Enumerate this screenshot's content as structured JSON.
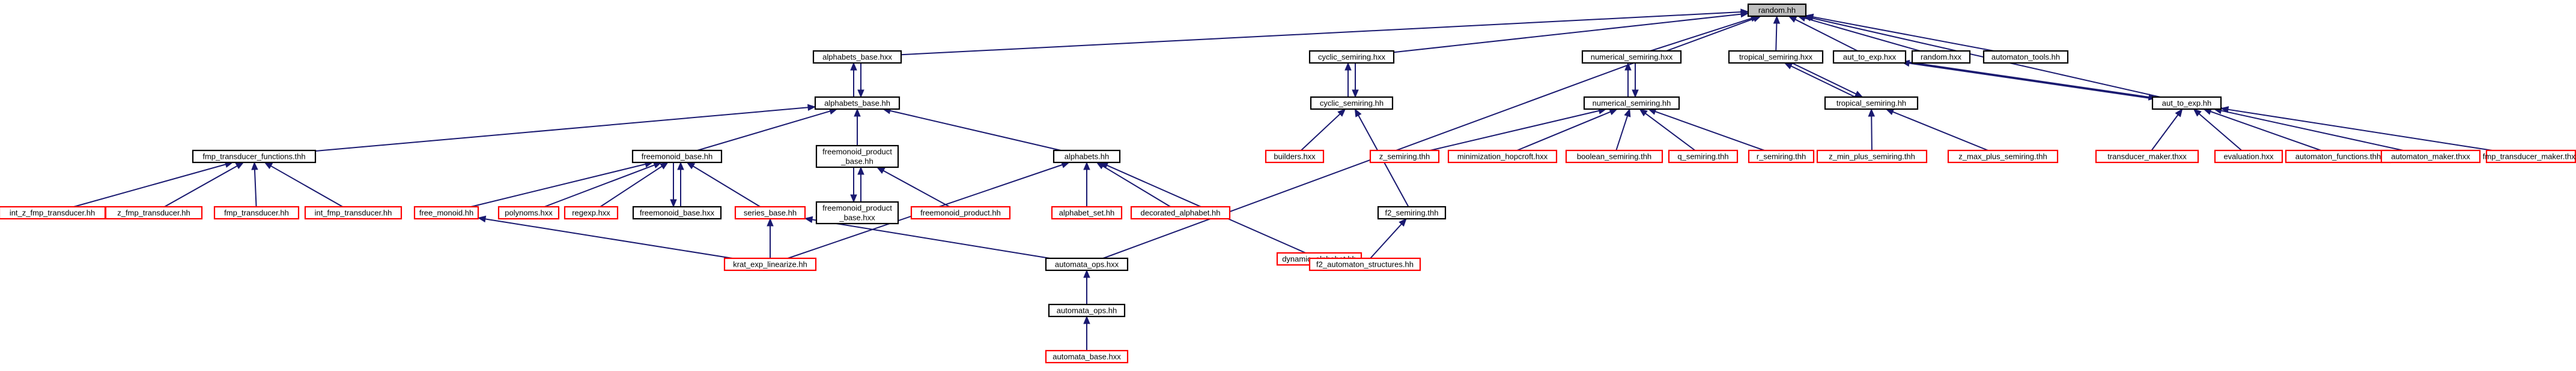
{
  "graph": {
    "edge_color": "#191970",
    "border_colors": {
      "black": "#000000",
      "red": "#ff0000",
      "root_fill": "#bfbfbf"
    },
    "nodes": [
      {
        "id": "random_hh",
        "label": "random.hh",
        "color": "root"
      },
      {
        "id": "alphabets_base_hxx",
        "label": "alphabets_base.hxx",
        "color": "black"
      },
      {
        "id": "alphabets_base_hh",
        "label": "alphabets_base.hh",
        "color": "black"
      },
      {
        "id": "fmp_transducer_functions_thh",
        "label": "fmp_transducer_functions.thh",
        "color": "black"
      },
      {
        "id": "int_z_fmp_transducer_hh",
        "label": "int_z_fmp_transducer.hh",
        "color": "red"
      },
      {
        "id": "z_fmp_transducer_hh",
        "label": "z_fmp_transducer.hh",
        "color": "red"
      },
      {
        "id": "fmp_transducer_hh",
        "label": "fmp_transducer.hh",
        "color": "red"
      },
      {
        "id": "int_fmp_transducer_hh",
        "label": "int_fmp_transducer.hh",
        "color": "red"
      },
      {
        "id": "freemonoid_base_hh",
        "label": "freemonoid_base.hh",
        "color": "black"
      },
      {
        "id": "free_monoid_hh",
        "label": "free_monoid.hh",
        "color": "red"
      },
      {
        "id": "polynoms_hxx",
        "label": "polynoms.hxx",
        "color": "red"
      },
      {
        "id": "regexp_hxx",
        "label": "regexp.hxx",
        "color": "red"
      },
      {
        "id": "freemonoid_base_hxx",
        "label": "freemonoid_base.hxx",
        "color": "black"
      },
      {
        "id": "series_base_hh",
        "label": "series_base.hh",
        "color": "red"
      },
      {
        "id": "krat_exp_linearize_hh",
        "label": "krat_exp_linearize.hh",
        "color": "red"
      },
      {
        "id": "freemonoid_product_base_hh",
        "label": [
          "freemonoid_product",
          "_base.hh"
        ],
        "color": "black"
      },
      {
        "id": "freemonoid_product_base_hxx",
        "label": [
          "freemonoid_product",
          "_base.hxx"
        ],
        "color": "black"
      },
      {
        "id": "freemonoid_product_hh",
        "label": "freemonoid_product.hh",
        "color": "red"
      },
      {
        "id": "alphabets_hh",
        "label": "alphabets.hh",
        "color": "black"
      },
      {
        "id": "alphabet_set_hh",
        "label": "alphabet_set.hh",
        "color": "red"
      },
      {
        "id": "decorated_alphabet_hh",
        "label": "decorated_alphabet.hh",
        "color": "red"
      },
      {
        "id": "dynamic_alphabet_hh",
        "label": "dynamic_alphabet.hh",
        "color": "red"
      },
      {
        "id": "automata_ops_hxx",
        "label": "automata_ops.hxx",
        "color": "black"
      },
      {
        "id": "automata_ops_hh",
        "label": "automata_ops.hh",
        "color": "black"
      },
      {
        "id": "automata_base_hxx",
        "label": "automata_base.hxx",
        "color": "red"
      },
      {
        "id": "cyclic_semiring_hxx",
        "label": "cyclic_semiring.hxx",
        "color": "black"
      },
      {
        "id": "cyclic_semiring_hh",
        "label": "cyclic_semiring.hh",
        "color": "black"
      },
      {
        "id": "builders_hxx",
        "label": "builders.hxx",
        "color": "red"
      },
      {
        "id": "f2_semiring_thh",
        "label": "f2_semiring.thh",
        "color": "black"
      },
      {
        "id": "f2_automaton_structures_hh",
        "label": "f2_automaton_structures.hh",
        "color": "red"
      },
      {
        "id": "numerical_semiring_hxx",
        "label": "numerical_semiring.hxx",
        "color": "black"
      },
      {
        "id": "numerical_semiring_hh",
        "label": "numerical_semiring.hh",
        "color": "black"
      },
      {
        "id": "z_semiring_thh",
        "label": "z_semiring.thh",
        "color": "red"
      },
      {
        "id": "minimization_hopcroft_hxx",
        "label": "minimization_hopcroft.hxx",
        "color": "red"
      },
      {
        "id": "boolean_semiring_thh",
        "label": "boolean_semiring.thh",
        "color": "red"
      },
      {
        "id": "q_semiring_thh",
        "label": "q_semiring.thh",
        "color": "red"
      },
      {
        "id": "r_semiring_thh",
        "label": "r_semiring.thh",
        "color": "red"
      },
      {
        "id": "tropical_semiring_hxx",
        "label": "tropical_semiring.hxx",
        "color": "black"
      },
      {
        "id": "tropical_semiring_hh",
        "label": "tropical_semiring.hh",
        "color": "black"
      },
      {
        "id": "z_min_plus_semiring_thh",
        "label": "z_min_plus_semiring.thh",
        "color": "red"
      },
      {
        "id": "z_max_plus_semiring_thh",
        "label": "z_max_plus_semiring.thh",
        "color": "red"
      },
      {
        "id": "aut_to_exp_hxx",
        "label": "aut_to_exp.hxx",
        "color": "black"
      },
      {
        "id": "aut_to_exp_hh",
        "label": "aut_to_exp.hh",
        "color": "black"
      },
      {
        "id": "random_hxx",
        "label": "random.hxx",
        "color": "black"
      },
      {
        "id": "automaton_tools_hh",
        "label": "automaton_tools.hh",
        "color": "black"
      },
      {
        "id": "transducer_maker_thxx",
        "label": "transducer_maker.thxx",
        "color": "red"
      },
      {
        "id": "evaluation_hxx",
        "label": "evaluation.hxx",
        "color": "red"
      },
      {
        "id": "automaton_functions_thh",
        "label": "automaton_functions.thh",
        "color": "red"
      },
      {
        "id": "automaton_maker_thxx",
        "label": "automaton_maker.thxx",
        "color": "red"
      },
      {
        "id": "fmp_transducer_maker_thxx",
        "label": "fmp_transducer_maker.thxx",
        "color": "red"
      }
    ],
    "edges": [
      [
        "alphabets_base_hxx",
        "random_hh"
      ],
      [
        "cyclic_semiring_hxx",
        "random_hh"
      ],
      [
        "numerical_semiring_hxx",
        "random_hh"
      ],
      [
        "tropical_semiring_hxx",
        "random_hh"
      ],
      [
        "aut_to_exp_hxx",
        "random_hh"
      ],
      [
        "random_hxx",
        "random_hh"
      ],
      [
        "automaton_tools_hh",
        "random_hh"
      ],
      [
        "automata_ops_hxx",
        "random_hh"
      ],
      [
        "aut_to_exp_hh",
        "random_hh"
      ],
      [
        "alphabets_base_hh",
        "alphabets_base_hxx"
      ],
      [
        "alphabets_base_hxx",
        "alphabets_base_hh"
      ],
      [
        "fmp_transducer_functions_thh",
        "alphabets_base_hh"
      ],
      [
        "freemonoid_base_hh",
        "alphabets_base_hh"
      ],
      [
        "freemonoid_product_base_hh",
        "alphabets_base_hh"
      ],
      [
        "alphabets_hh",
        "alphabets_base_hh"
      ],
      [
        "int_z_fmp_transducer_hh",
        "fmp_transducer_functions_thh"
      ],
      [
        "z_fmp_transducer_hh",
        "fmp_transducer_functions_thh"
      ],
      [
        "fmp_transducer_hh",
        "fmp_transducer_functions_thh"
      ],
      [
        "int_fmp_transducer_hh",
        "fmp_transducer_functions_thh"
      ],
      [
        "free_monoid_hh",
        "freemonoid_base_hh"
      ],
      [
        "polynoms_hxx",
        "freemonoid_base_hh"
      ],
      [
        "regexp_hxx",
        "freemonoid_base_hh"
      ],
      [
        "freemonoid_base_hxx",
        "freemonoid_base_hh"
      ],
      [
        "freemonoid_base_hh",
        "freemonoid_base_hxx"
      ],
      [
        "series_base_hh",
        "freemonoid_base_hh"
      ],
      [
        "krat_exp_linearize_hh",
        "series_base_hh"
      ],
      [
        "krat_exp_linearize_hh",
        "free_monoid_hh"
      ],
      [
        "automata_ops_hxx",
        "series_base_hh"
      ],
      [
        "freemonoid_product_base_hxx",
        "freemonoid_product_base_hh"
      ],
      [
        "freemonoid_product_base_hh",
        "freemonoid_product_base_hxx"
      ],
      [
        "freemonoid_product_hh",
        "freemonoid_product_base_hh"
      ],
      [
        "alphabet_set_hh",
        "alphabets_hh"
      ],
      [
        "decorated_alphabet_hh",
        "alphabets_hh"
      ],
      [
        "dynamic_alphabet_hh",
        "alphabets_hh"
      ],
      [
        "krat_exp_linearize_hh",
        "alphabets_hh"
      ],
      [
        "automata_ops_hh",
        "automata_ops_hxx"
      ],
      [
        "automata_base_hxx",
        "automata_ops_hh"
      ],
      [
        "cyclic_semiring_hh",
        "cyclic_semiring_hxx"
      ],
      [
        "cyclic_semiring_hxx",
        "cyclic_semiring_hh"
      ],
      [
        "builders_hxx",
        "cyclic_semiring_hh"
      ],
      [
        "f2_semiring_thh",
        "cyclic_semiring_hh"
      ],
      [
        "f2_automaton_structures_hh",
        "f2_semiring_thh"
      ],
      [
        "f2_automaton_structures_hh",
        "dynamic_alphabet_hh"
      ],
      [
        "numerical_semiring_hh",
        "numerical_semiring_hxx"
      ],
      [
        "numerical_semiring_hxx",
        "numerical_semiring_hh"
      ],
      [
        "z_semiring_thh",
        "numerical_semiring_hh"
      ],
      [
        "minimization_hopcroft_hxx",
        "numerical_semiring_hh"
      ],
      [
        "boolean_semiring_thh",
        "numerical_semiring_hh"
      ],
      [
        "q_semiring_thh",
        "numerical_semiring_hh"
      ],
      [
        "r_semiring_thh",
        "numerical_semiring_hh"
      ],
      [
        "tropical_semiring_hh",
        "tropical_semiring_hxx"
      ],
      [
        "tropical_semiring_hxx",
        "tropical_semiring_hh"
      ],
      [
        "z_min_plus_semiring_thh",
        "tropical_semiring_hh"
      ],
      [
        "z_max_plus_semiring_thh",
        "tropical_semiring_hh"
      ],
      [
        "aut_to_exp_hh",
        "aut_to_exp_hxx"
      ],
      [
        "aut_to_exp_hxx",
        "aut_to_exp_hh"
      ],
      [
        "transducer_maker_thxx",
        "aut_to_exp_hh"
      ],
      [
        "evaluation_hxx",
        "aut_to_exp_hh"
      ],
      [
        "automaton_functions_thh",
        "aut_to_exp_hh"
      ],
      [
        "automaton_maker_thxx",
        "aut_to_exp_hh"
      ],
      [
        "fmp_transducer_maker_thxx",
        "aut_to_exp_hh"
      ]
    ]
  }
}
